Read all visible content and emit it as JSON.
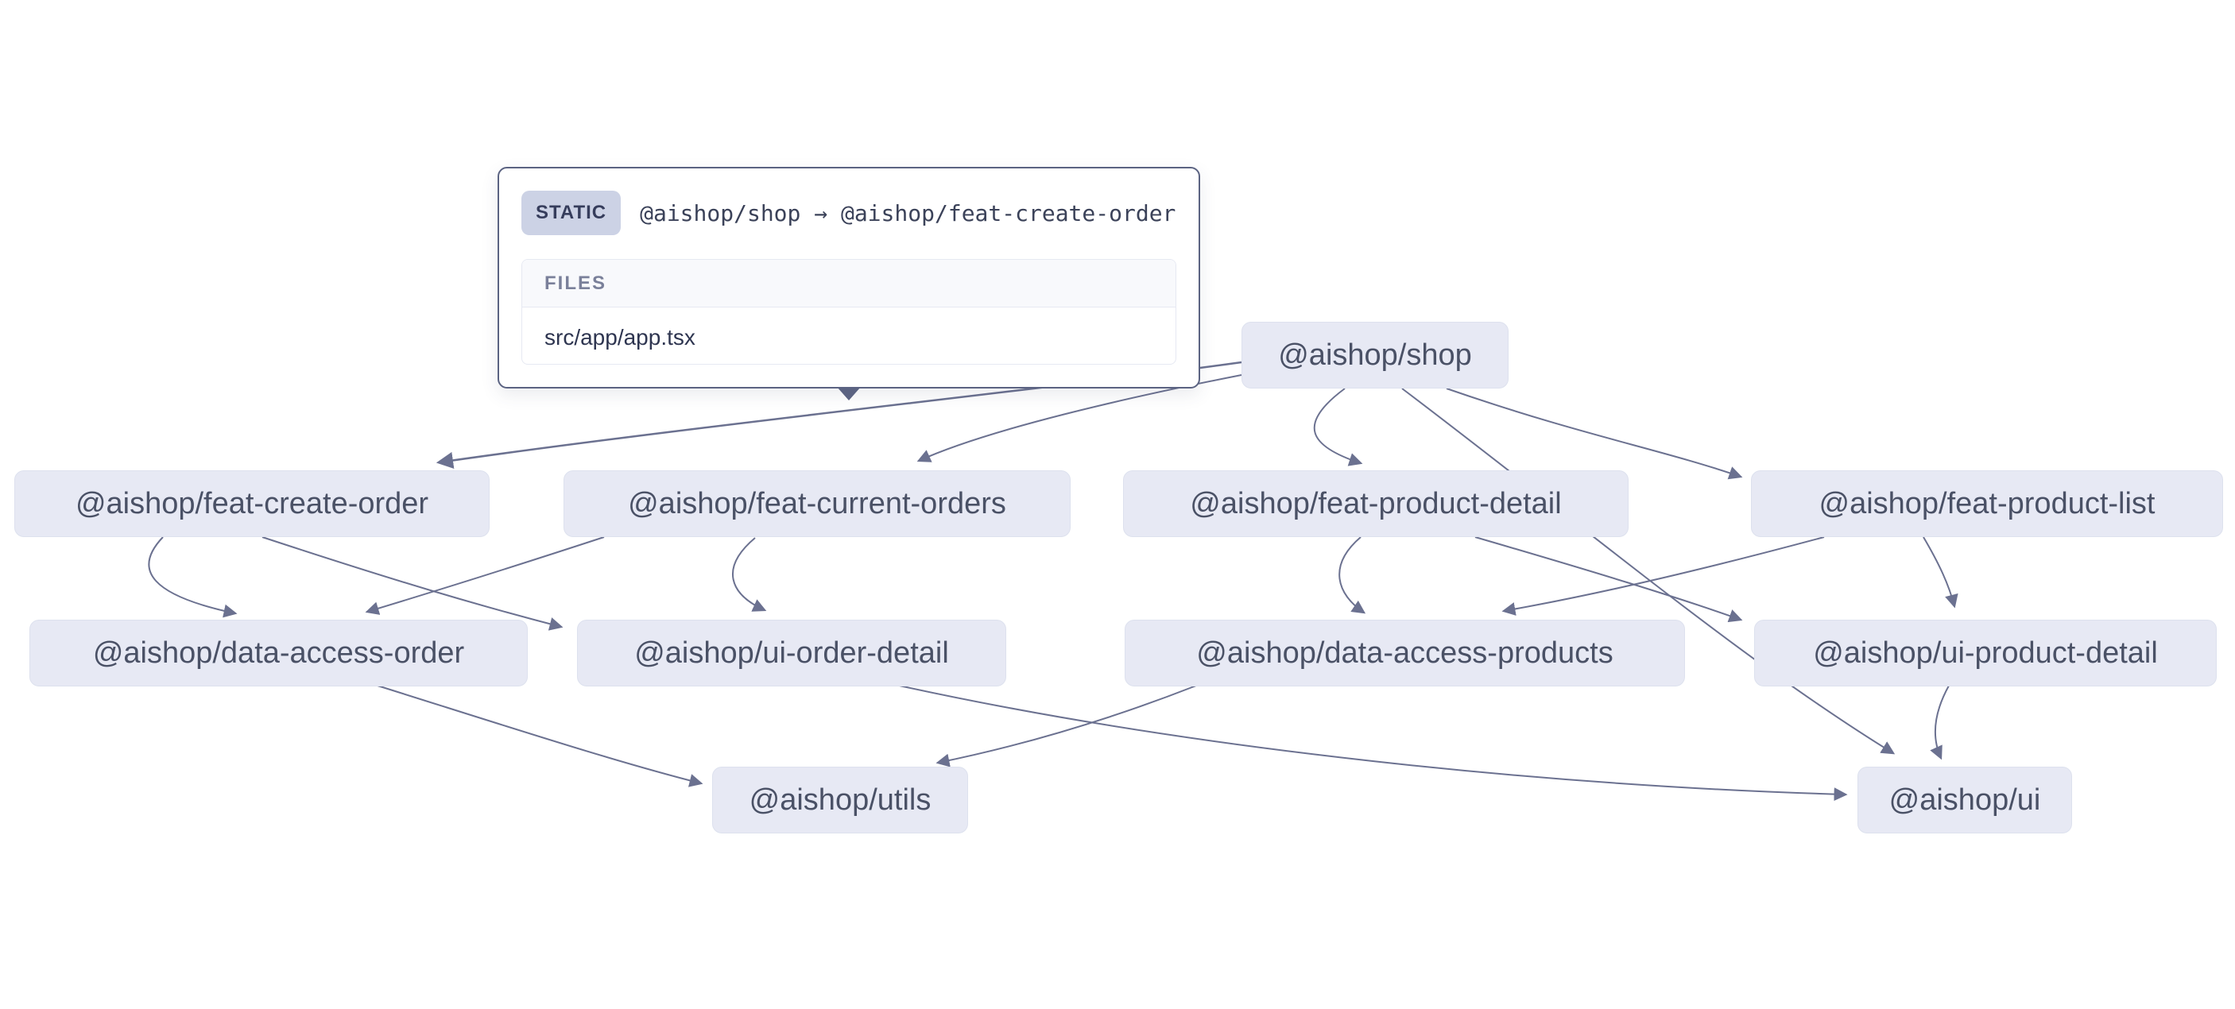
{
  "tooltip": {
    "badge": "STATIC",
    "relation": "@aishop/shop → @aishop/feat-create-order",
    "files_label": "FILES",
    "files": [
      "src/app/app.tsx"
    ]
  },
  "graph": {
    "nodes": [
      {
        "id": "shop",
        "label": "@aishop/shop"
      },
      {
        "id": "feat-create-order",
        "label": "@aishop/feat-create-order"
      },
      {
        "id": "feat-current-orders",
        "label": "@aishop/feat-current-orders"
      },
      {
        "id": "feat-product-detail",
        "label": "@aishop/feat-product-detail"
      },
      {
        "id": "feat-product-list",
        "label": "@aishop/feat-product-list"
      },
      {
        "id": "data-access-order",
        "label": "@aishop/data-access-order"
      },
      {
        "id": "ui-order-detail",
        "label": "@aishop/ui-order-detail"
      },
      {
        "id": "data-access-products",
        "label": "@aishop/data-access-products"
      },
      {
        "id": "ui-product-detail",
        "label": "@aishop/ui-product-detail"
      },
      {
        "id": "utils",
        "label": "@aishop/utils"
      },
      {
        "id": "ui",
        "label": "@aishop/ui"
      }
    ],
    "edges": [
      {
        "from": "shop",
        "to": "feat-create-order",
        "type": "STATIC",
        "hovered": true
      },
      {
        "from": "shop",
        "to": "feat-current-orders"
      },
      {
        "from": "shop",
        "to": "feat-product-detail"
      },
      {
        "from": "shop",
        "to": "feat-product-list"
      },
      {
        "from": "shop",
        "to": "ui"
      },
      {
        "from": "feat-create-order",
        "to": "data-access-order"
      },
      {
        "from": "feat-create-order",
        "to": "ui-order-detail"
      },
      {
        "from": "feat-current-orders",
        "to": "data-access-order"
      },
      {
        "from": "feat-current-orders",
        "to": "ui-order-detail"
      },
      {
        "from": "feat-product-detail",
        "to": "data-access-products"
      },
      {
        "from": "feat-product-detail",
        "to": "ui-product-detail"
      },
      {
        "from": "feat-product-list",
        "to": "data-access-products"
      },
      {
        "from": "feat-product-list",
        "to": "ui-product-detail"
      },
      {
        "from": "data-access-order",
        "to": "utils"
      },
      {
        "from": "data-access-products",
        "to": "utils"
      },
      {
        "from": "ui-order-detail",
        "to": "ui"
      },
      {
        "from": "ui-product-detail",
        "to": "ui"
      }
    ]
  },
  "colors": {
    "canvas_bg": "#ffffff",
    "node_bg": "#e7e9f4",
    "node_text": "#4a5166",
    "edge": "#6b7190",
    "tooltip_border": "#5b6382",
    "badge_bg": "#ccd2e5",
    "badge_text": "#363d5c",
    "files_header_bg": "#f8f9fc",
    "files_label_text": "#7a809a",
    "file_text": "#2e3550"
  }
}
